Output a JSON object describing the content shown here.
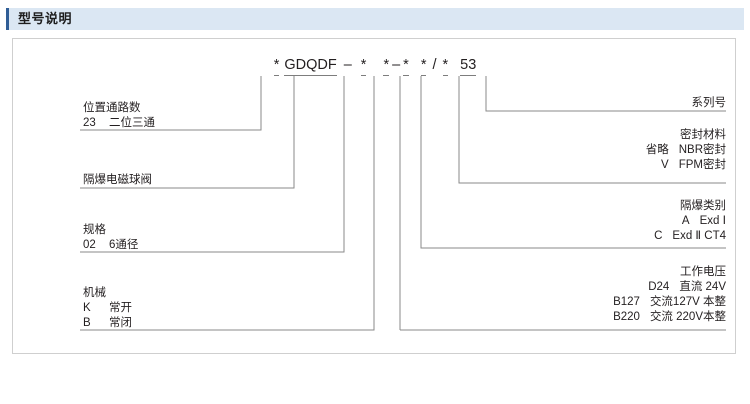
{
  "header": {
    "title": "型号说明",
    "bar_color": "#dbe7f3",
    "accent_color": "#2f5d96"
  },
  "model_string": {
    "tokens": [
      {
        "text": "*",
        "underline": true
      },
      {
        "text": "GDQDF",
        "underline": true
      },
      {
        "text": "–",
        "underline": false
      },
      {
        "text": "*",
        "underline": true
      },
      {
        "text": "*",
        "underline": true
      },
      {
        "text": "–",
        "underline": false
      },
      {
        "text": "*",
        "underline": true
      },
      {
        "text": "*",
        "underline": true
      },
      {
        "text": "/",
        "underline": false
      },
      {
        "text": "*",
        "underline": true
      },
      {
        "text": "53",
        "underline": true
      }
    ],
    "full": "* GDQDF – *  * – *  * / *  53"
  },
  "left_callouts": [
    {
      "title": "位置通路数",
      "rows": [
        {
          "code": "23",
          "desc": "二位三通"
        }
      ]
    },
    {
      "title": "隔爆电磁球阀",
      "rows": []
    },
    {
      "title": "规格",
      "rows": [
        {
          "code": "02",
          "desc": "6通径"
        }
      ]
    },
    {
      "title": "机械",
      "rows": [
        {
          "code": "K",
          "desc": "常开"
        },
        {
          "code": "B",
          "desc": "常闭"
        }
      ]
    }
  ],
  "right_callouts": [
    {
      "title": "系列号",
      "rows": []
    },
    {
      "title": "密封材料",
      "rows": [
        {
          "code": "省略",
          "desc": "NBR密封"
        },
        {
          "code": "V",
          "desc": "FPM密封"
        }
      ]
    },
    {
      "title": "隔爆类别",
      "rows": [
        {
          "code": "A",
          "desc": "Exd Ⅰ"
        },
        {
          "code": "C",
          "desc": "Exd Ⅱ CT4"
        }
      ]
    },
    {
      "title": "工作电压",
      "rows": [
        {
          "code": "D24",
          "desc": "直流 24V"
        },
        {
          "code": "B127",
          "desc": "交流127V 本整"
        },
        {
          "code": "B220",
          "desc": "交流 220V本整"
        }
      ]
    }
  ],
  "colors": {
    "line": "#8a8a8a",
    "border": "#cfcfcf",
    "text": "#231f20"
  }
}
